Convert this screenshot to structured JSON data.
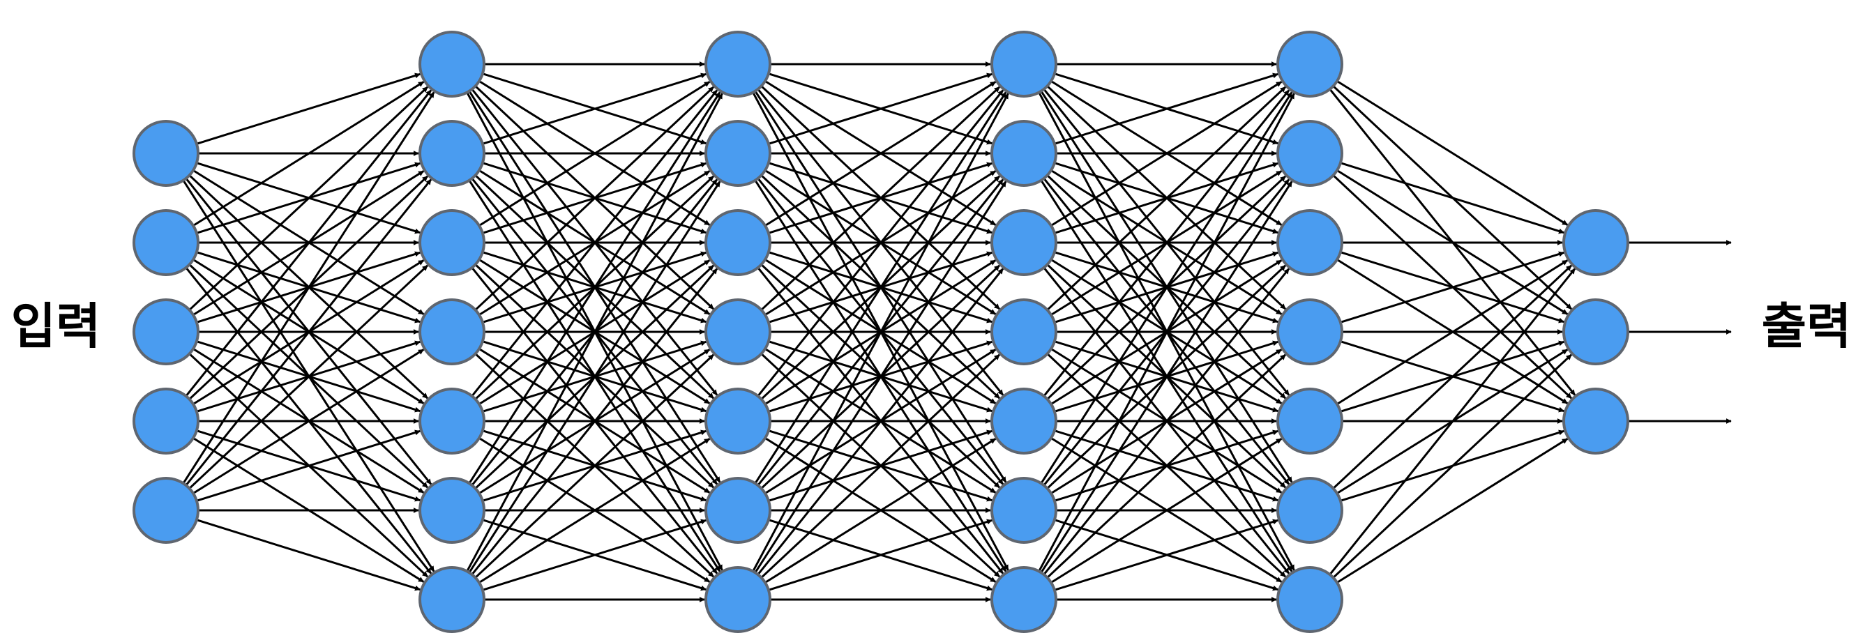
{
  "diagram": {
    "input_label": "입력",
    "output_label": "출력",
    "layers": [
      {
        "name": "input",
        "nodes": 5
      },
      {
        "name": "hidden-1",
        "nodes": 7
      },
      {
        "name": "hidden-2",
        "nodes": 7
      },
      {
        "name": "hidden-3",
        "nodes": 7
      },
      {
        "name": "hidden-4",
        "nodes": 7
      },
      {
        "name": "output",
        "nodes": 3
      }
    ],
    "connectivity": "fully-connected",
    "output_arrows": 3
  },
  "colors": {
    "node_fill": "#4a9cf0",
    "node_stroke": "#5f6670",
    "edge": "#000000",
    "background": "#ffffff"
  }
}
